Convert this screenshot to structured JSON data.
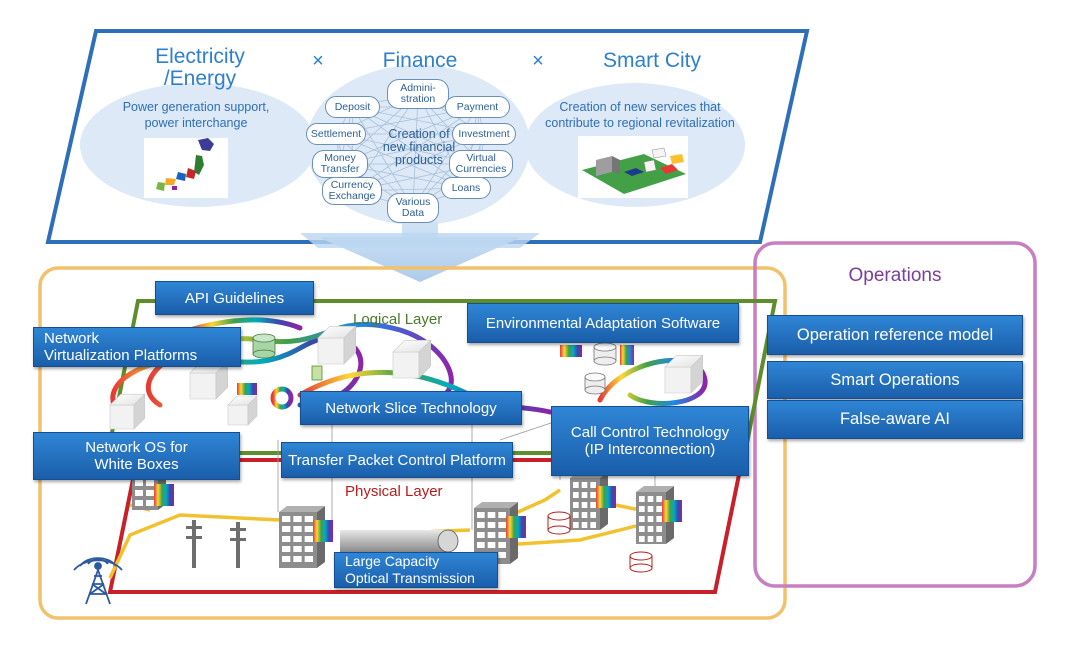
{
  "top": {
    "electricity": {
      "title": "Electricity\n/Energy",
      "desc": "Power generation support,\npower interchange"
    },
    "times1": "×",
    "finance": {
      "title": "Finance",
      "center": "Creation of\nnew financial\nproducts",
      "items": [
        "Admini-\nstration",
        "Payment",
        "Investment",
        "Virtual\nCurrencies",
        "Loans",
        "Various\nData",
        "Currency\nExchange",
        "Money\nTransfer",
        "Settlement",
        "Deposit"
      ]
    },
    "times2": "×",
    "smart_city": {
      "title": "Smart City",
      "desc": "Creation of new services that\ncontribute to regional revitalization"
    }
  },
  "layers": {
    "logical": "Logical Layer",
    "physical": "Physical Layer"
  },
  "labels": {
    "api": "API Guidelines",
    "nvp": "Network\nVirtualization Platforms",
    "env": "Environmental Adaptation Software",
    "slice": "Network Slice Technology",
    "nos": "Network OS for\nWhite Boxes",
    "tpcp": "Transfer Packet Control Platform",
    "call": "Call Control Technology\n(IP Interconnection)",
    "optical": "Large Capacity\nOptical Transmission"
  },
  "operations": {
    "title": "Operations",
    "items": [
      "Operation reference model",
      "Smart Operations",
      "False-aware AI"
    ]
  },
  "colors": {
    "label_blue": "#1f6cc0",
    "frame_blue": "#2d6fb8",
    "orange_frame": "#f3c16b",
    "purple_frame": "#c77fc0",
    "logical_green": "#5e8e2c",
    "physical_red": "#c8202a",
    "cable_yellow": "#f2c12e"
  }
}
